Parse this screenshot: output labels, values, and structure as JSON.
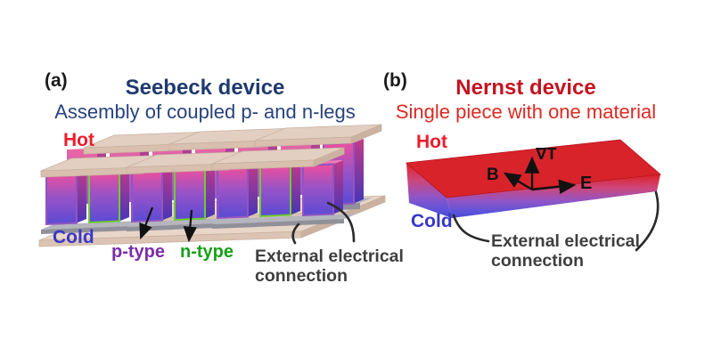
{
  "panel_a": {
    "tag": "(a)",
    "title": "Seebeck device",
    "subtitle": "Assembly of coupled p- and n-legs",
    "hot_label": "Hot",
    "cold_label": "Cold",
    "p_type_label": "p-type",
    "n_type_label": "n-type",
    "connection_label": "External electrical connection"
  },
  "panel_b": {
    "tag": "(b)",
    "title": "Nernst device",
    "subtitle": "Single piece with one material",
    "hot_label": "Hot",
    "cold_label": "Cold",
    "axes": {
      "up": "∇T",
      "left": "B",
      "right": "E"
    },
    "connection_label": "External electrical connection"
  },
  "colors": {
    "title_navy": "#1f3a6e",
    "title_red": "#c41420",
    "hot_red": "#ea1c2c",
    "cold_blue": "#3737c8",
    "p_type_purple": "#7a2fa8",
    "n_type_green": "#18a018",
    "connection_text_gray": "#3f3f3f",
    "leg_top_magenta": "#ee4f9c",
    "leg_bottom_blue": "#5a4bd4",
    "slab_top_red": "#d8232b",
    "slab_bottom_blue": "#4a47ce",
    "plate_beige": "#e2cfc2",
    "pad_gray": "#b5b5be"
  }
}
